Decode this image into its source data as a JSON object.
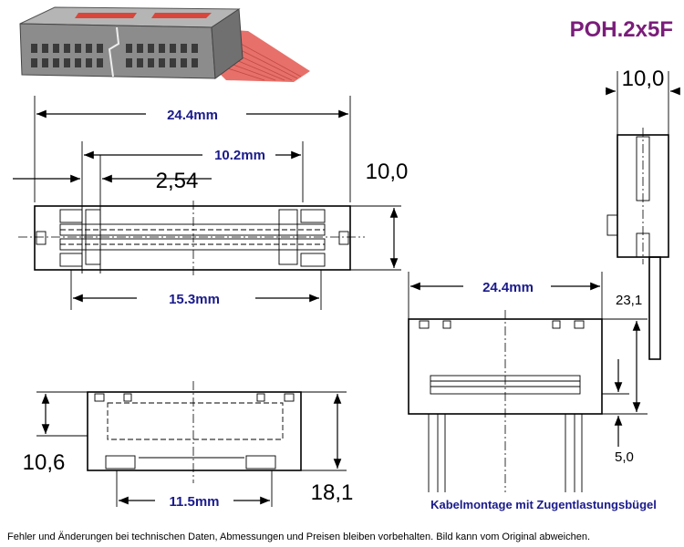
{
  "title": "POH.2x5F",
  "top_view": {
    "overall_width": "24.4mm",
    "inner_width": "10.2mm",
    "pitch": "2,54",
    "height": "10,0",
    "pin_span": "15.3mm"
  },
  "side_view": {
    "depth": "10,0"
  },
  "bottom_view": {
    "height_left": "10,6",
    "height_right": "18,1",
    "pin_width": "11.5mm"
  },
  "front_view": {
    "width": "24.4mm",
    "height": "23,1",
    "offset": "5,0",
    "note": "Kabelmontage mit Zugentlastungsbügel"
  },
  "footer": "Fehler und Änderungen bei technischen Daten, Abmessungen und Preisen bleiben vorbehalten. Bild kann vom Original abweichen.",
  "colors": {
    "title": "#7a1d7a",
    "dimension_text": "#1a1a8c",
    "cable": "#e8706a",
    "body": "#8c8c8c"
  }
}
